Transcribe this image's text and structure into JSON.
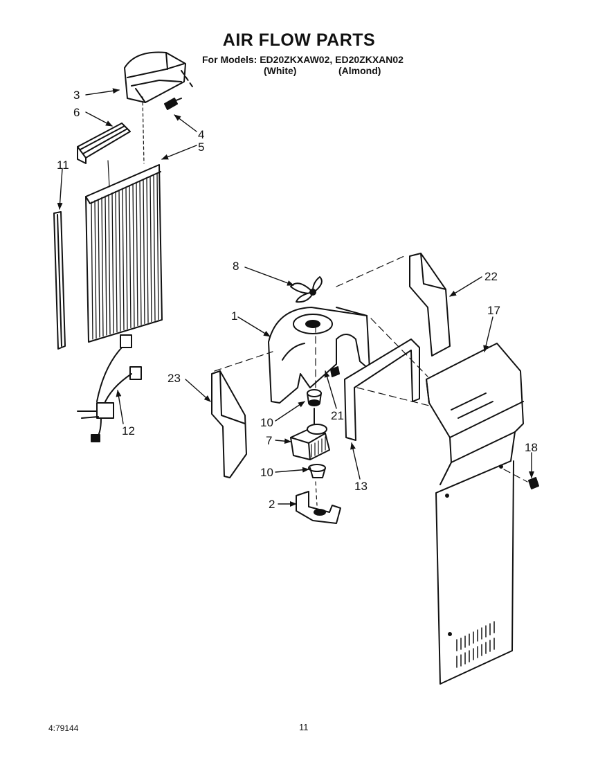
{
  "header": {
    "title": "AIR FLOW PARTS",
    "models": "For Models: ED20ZKXAW02, ED20ZKXAN02",
    "variant_white": "(White)",
    "variant_almond": "(Almond)"
  },
  "callouts": {
    "c1": "1",
    "c2": "2",
    "c3": "3",
    "c4": "4",
    "c5": "5",
    "c6": "6",
    "c7": "7",
    "c8": "8",
    "c10a": "10",
    "c10b": "10",
    "c11": "11",
    "c12": "12",
    "c13": "13",
    "c17": "17",
    "c18": "18",
    "c21": "21",
    "c22": "22",
    "c23": "23"
  },
  "footer": {
    "code": "4:79144",
    "page": "11"
  }
}
